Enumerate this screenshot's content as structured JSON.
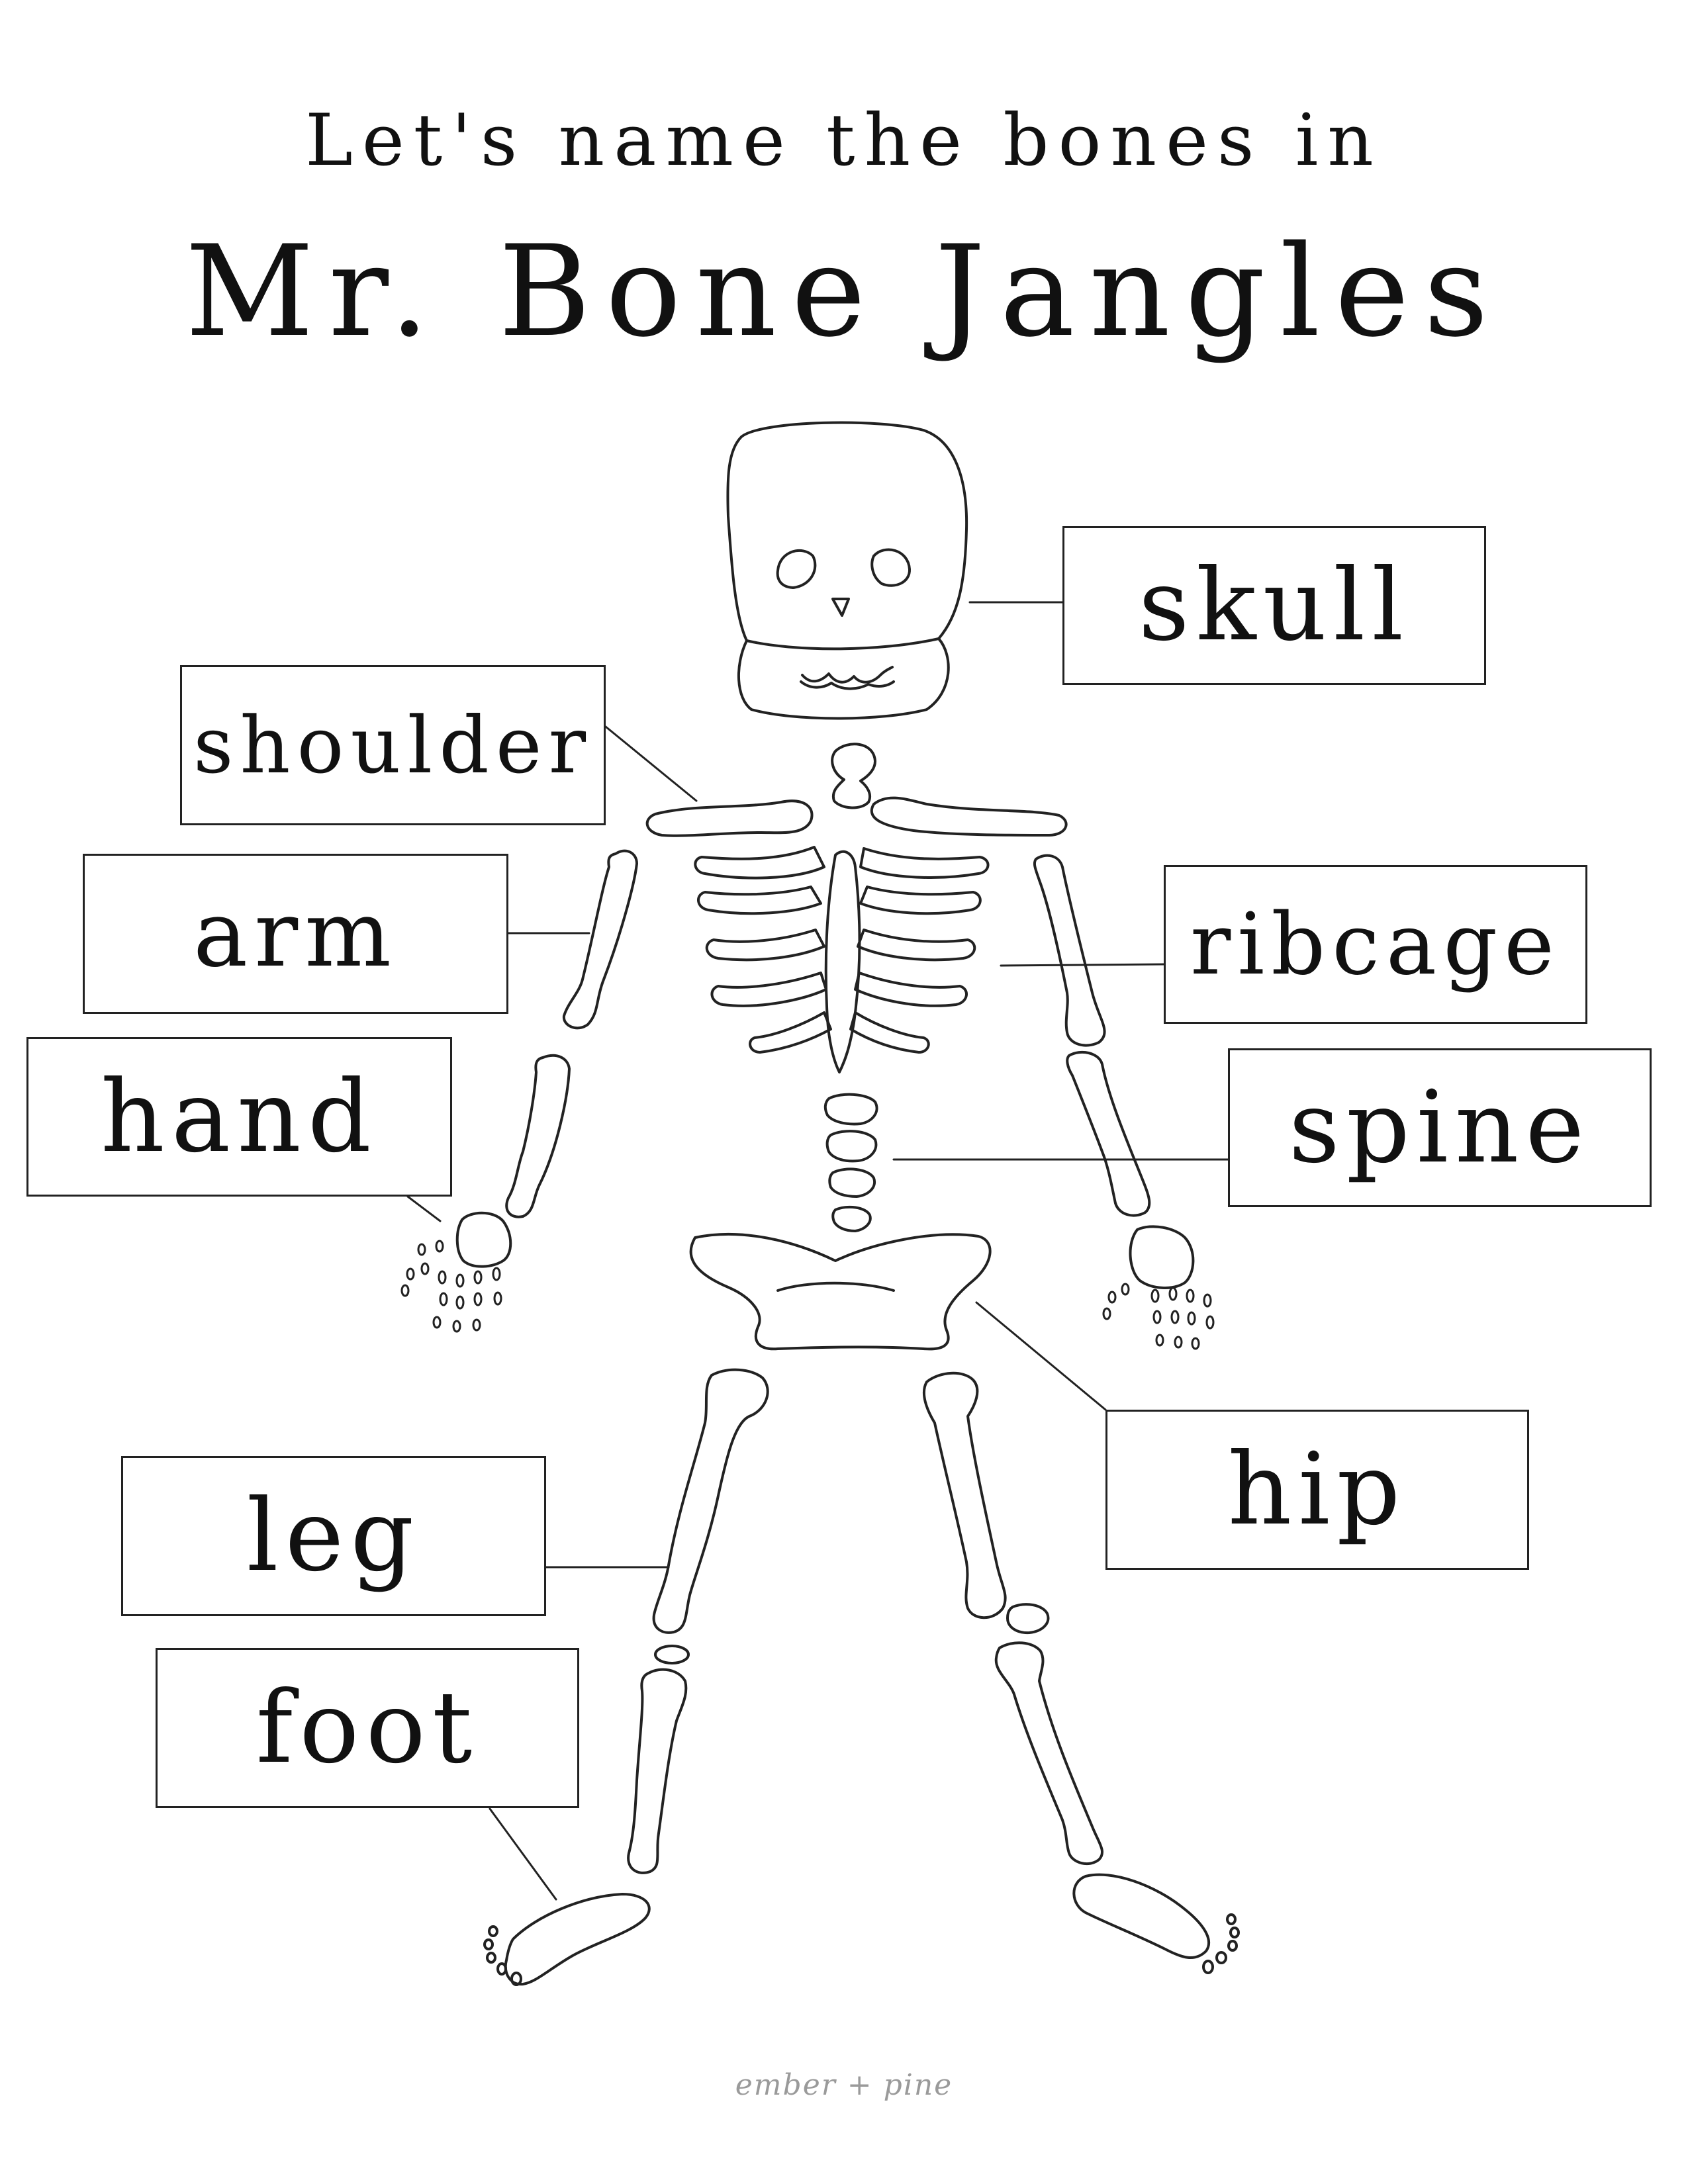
{
  "title": {
    "line1": "Let's name the bones in",
    "line2": "Mr. Bone Jangles"
  },
  "labels": {
    "skull": "skull",
    "shoulder": "shoulder",
    "arm": "arm",
    "ribcage": "ribcage",
    "hand": "hand",
    "spine": "spine",
    "hip": "hip",
    "leg": "leg",
    "foot": "foot"
  },
  "footer": {
    "signature": "ember + pine"
  }
}
